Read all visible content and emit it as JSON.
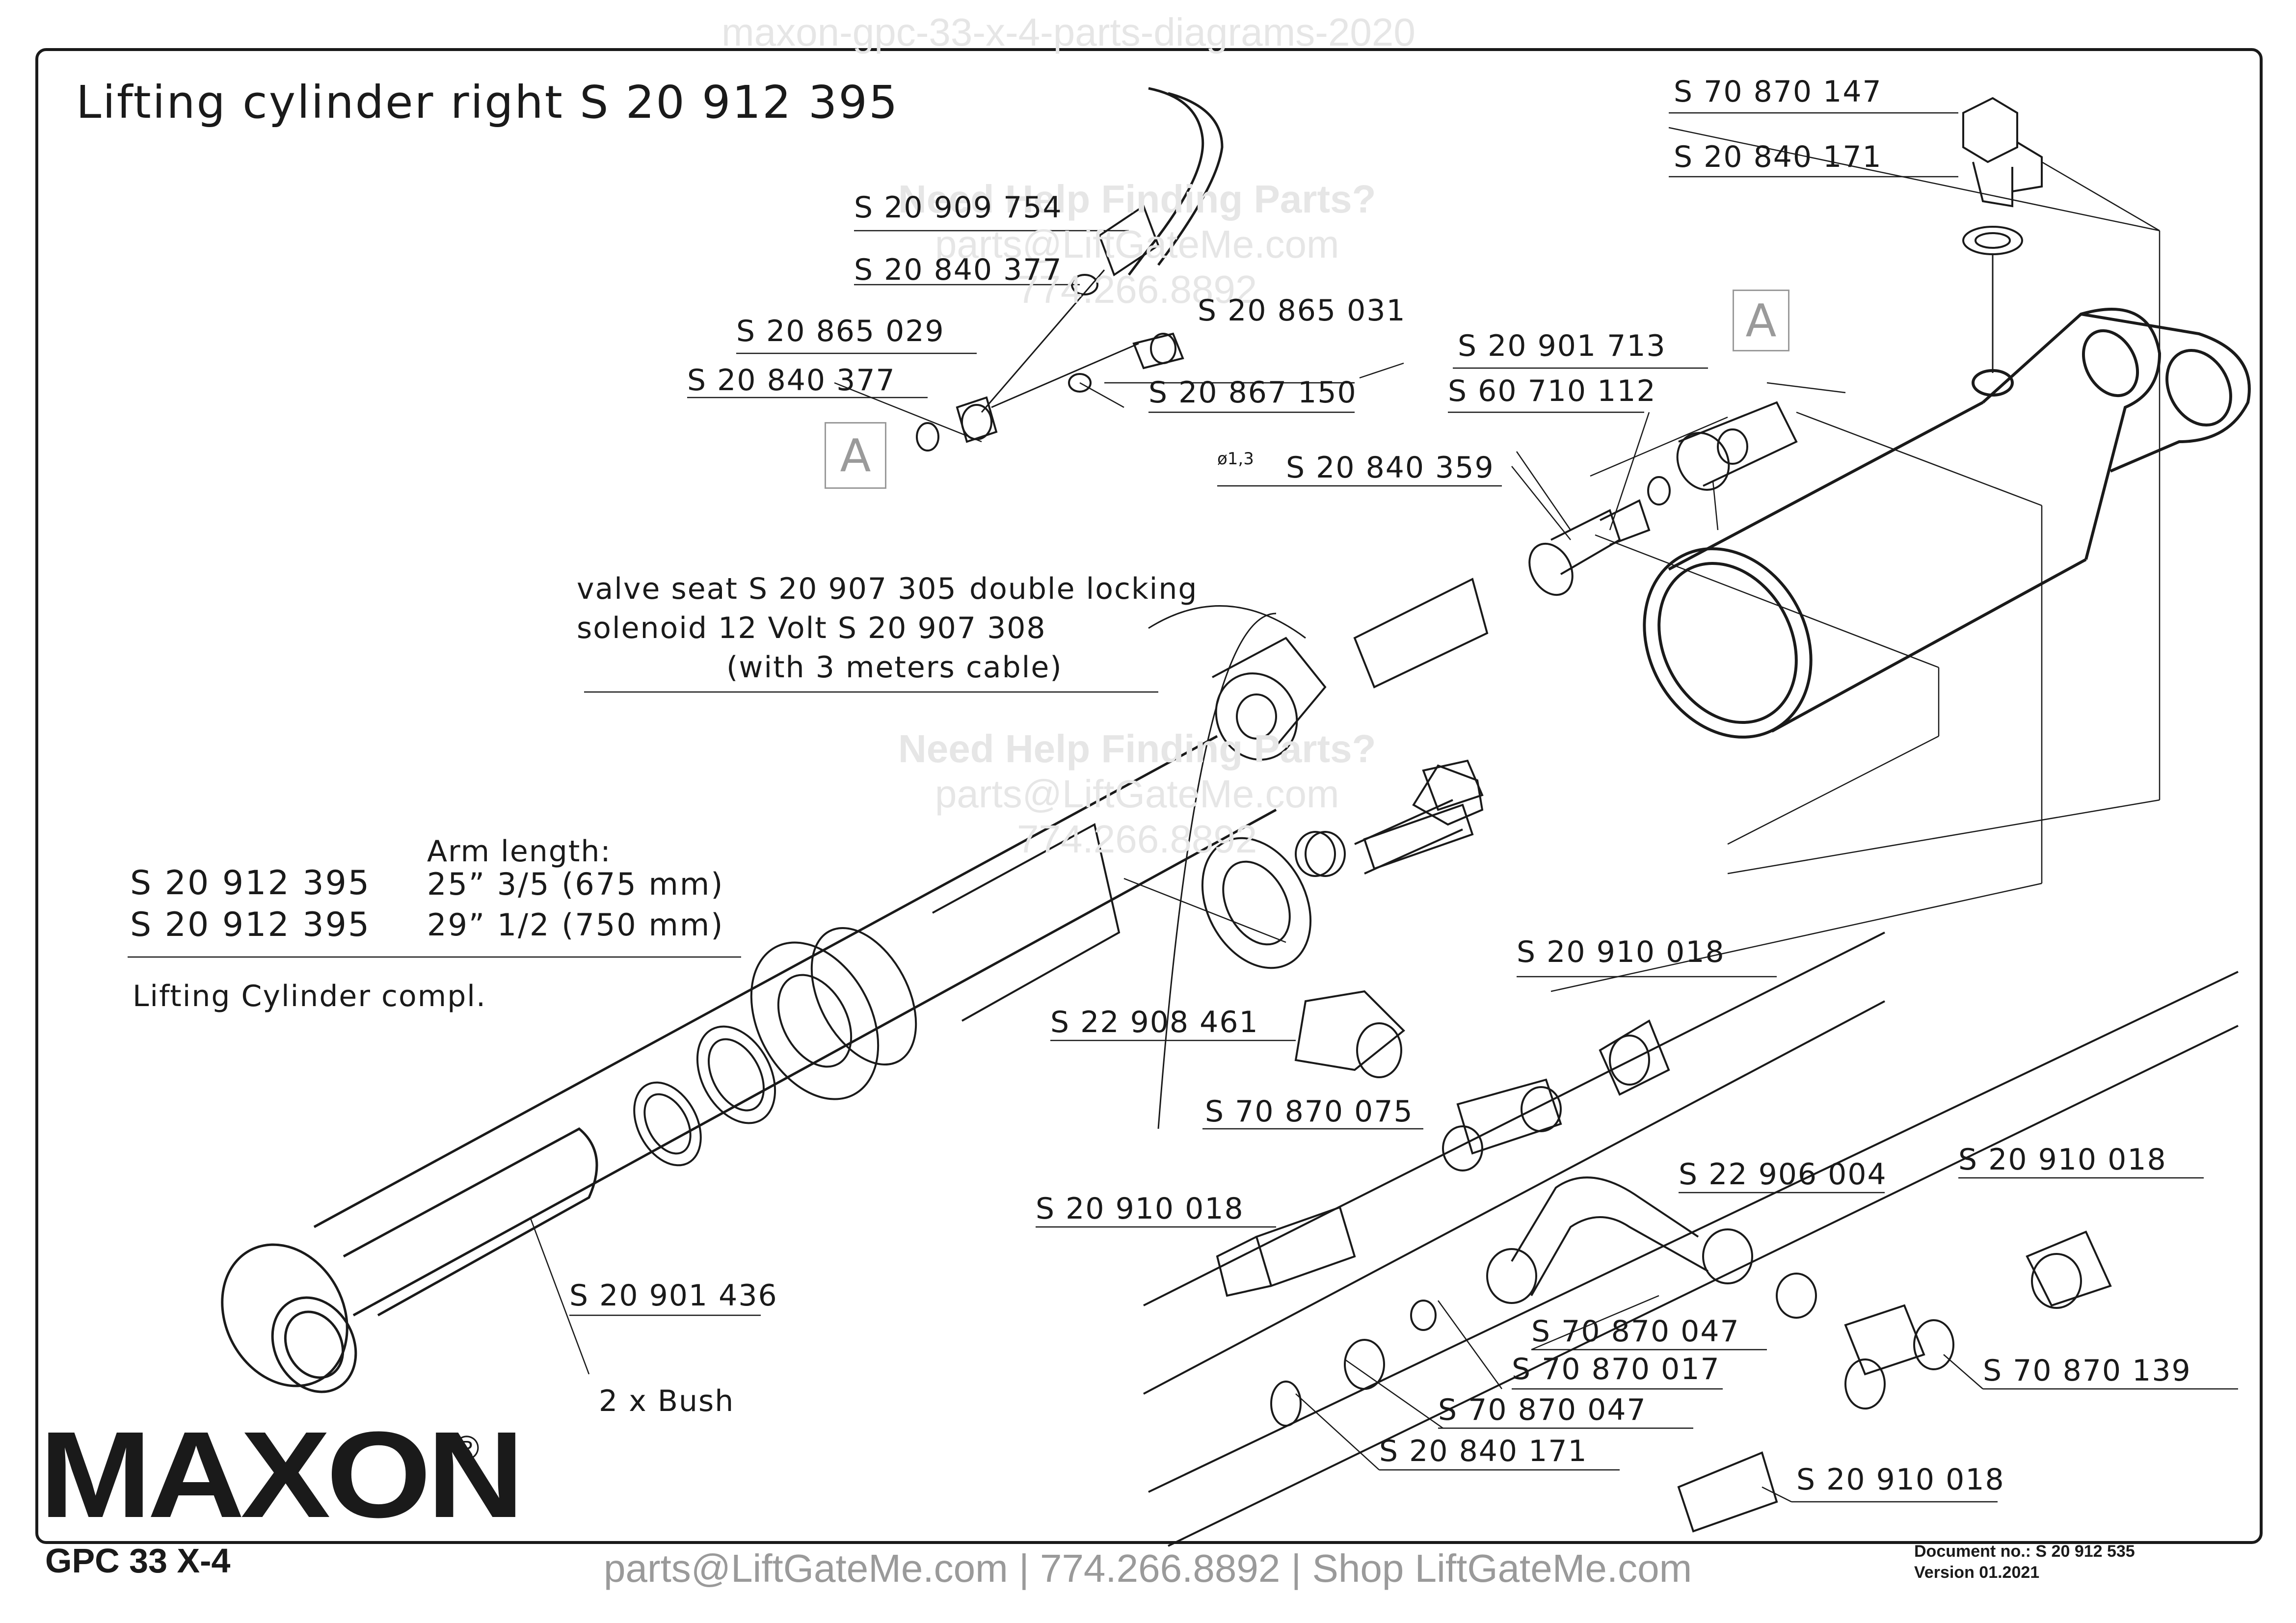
{
  "top_watermark": "maxon-gpc-33-x-4-parts-diagrams-2020",
  "title": "Lifting cylinder right S 20 912 395",
  "watermarks": [
    {
      "line1": "Need Help Finding Parts?",
      "line2": "parts@LiftGateMe.com",
      "line3": "774.266.8892"
    },
    {
      "line1": "Need Help Finding Parts?",
      "line2": "parts@LiftGateMe.com",
      "line3": "774.266.8892"
    }
  ],
  "callout_box_letter": "A",
  "part_labels": {
    "p_20909754": "S 20 909 754",
    "p_20840377_a": "S 20 840 377",
    "p_20865029": "S 20 865 029",
    "p_20865031": "S 20 865 031",
    "p_20840377_b": "S 20 840 377",
    "p_20867150": "S 20 867 150",
    "p_20901713": "S 20 901 713",
    "p_60710112": "S 60 710 112",
    "p_70870147": "S 70 870 147",
    "p_20840171_top": "S 20 840 171",
    "phi": "ø1,3",
    "p_20840359": "S 20 840 359",
    "p_20910018_a": "S 20 910 018",
    "p_22908461": "S 22 908 461",
    "p_70870075": "S 70 870 075",
    "p_20910018_b": "S 20 910 018",
    "p_22906004": "S 22 906 004",
    "p_20910018_c": "S 20 910 018",
    "p_70870047_a": "S 70 870 047",
    "p_70870017": "S 70 870 017",
    "p_70870047_b": "S 70 870 047",
    "p_20840171_bot": "S 20 840 171",
    "p_70870139": "S 70 870 139",
    "p_20910018_d": "S 20 910 018",
    "p_20901436": "S 20 901 436",
    "bush": "2 x Bush"
  },
  "valve_text": {
    "line1a": "valve seat S 20 907 305",
    "line1b": "double locking",
    "line2": "solenoid 12 Volt S 20 907 308",
    "line3": "(with 3 meters cable)"
  },
  "arm_table": {
    "header": "Arm length:",
    "rows": [
      {
        "part": "S 20 912 395",
        "length": "25” 3/5 (675 mm)"
      },
      {
        "part": "S 20 912 395",
        "length": "29” 1/2 (750 mm)"
      }
    ],
    "caption": "Lifting Cylinder compl."
  },
  "brand": {
    "logo": "MAXON",
    "registered": "®",
    "model": "GPC 33 X-4"
  },
  "footer": "parts@LiftGateMe.com | 774.266.8892 | Shop LiftGateMe.com",
  "document": {
    "number": "Document no.:  S 20 912 535",
    "version": "Version  01.2021"
  }
}
